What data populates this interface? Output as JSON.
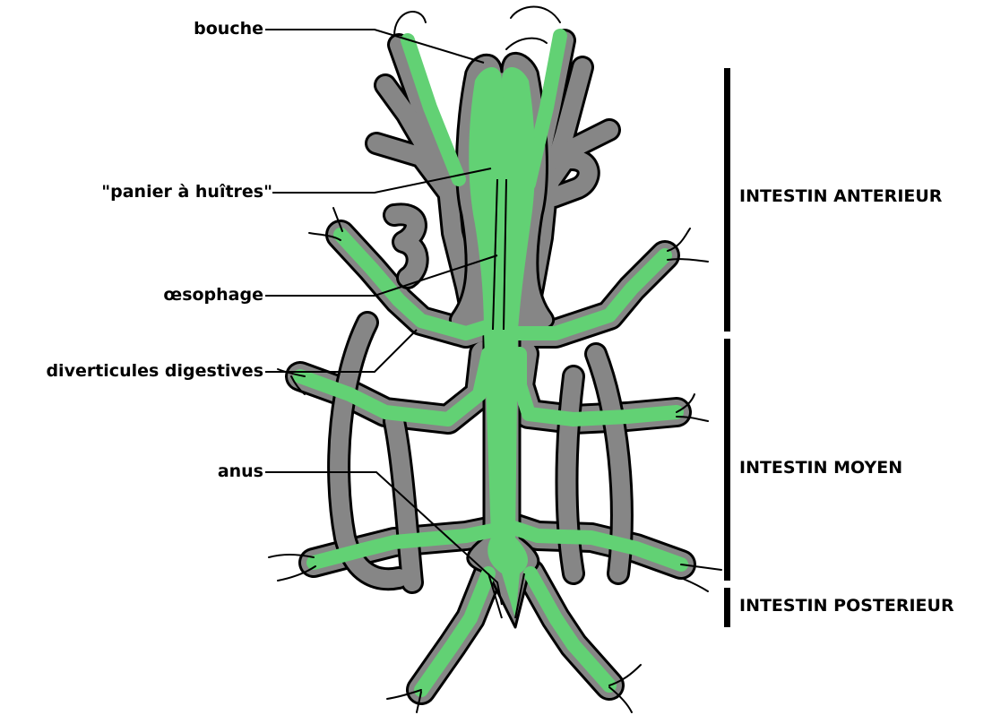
{
  "labels": {
    "bouche": "bouche",
    "panier": "\"panier à huîtres\"",
    "oesophage": "œsophage",
    "diverticules": "diverticules digestives",
    "anus": "anus"
  },
  "regions": {
    "anterieur": "INTESTIN ANTERIEUR",
    "moyen": "INTESTIN MOYEN",
    "posterieur": "INTESTIN POSTERIEUR"
  },
  "colors": {
    "gut_green": "#62d174",
    "tissue_grey": "#868686",
    "outline": "#000000"
  }
}
